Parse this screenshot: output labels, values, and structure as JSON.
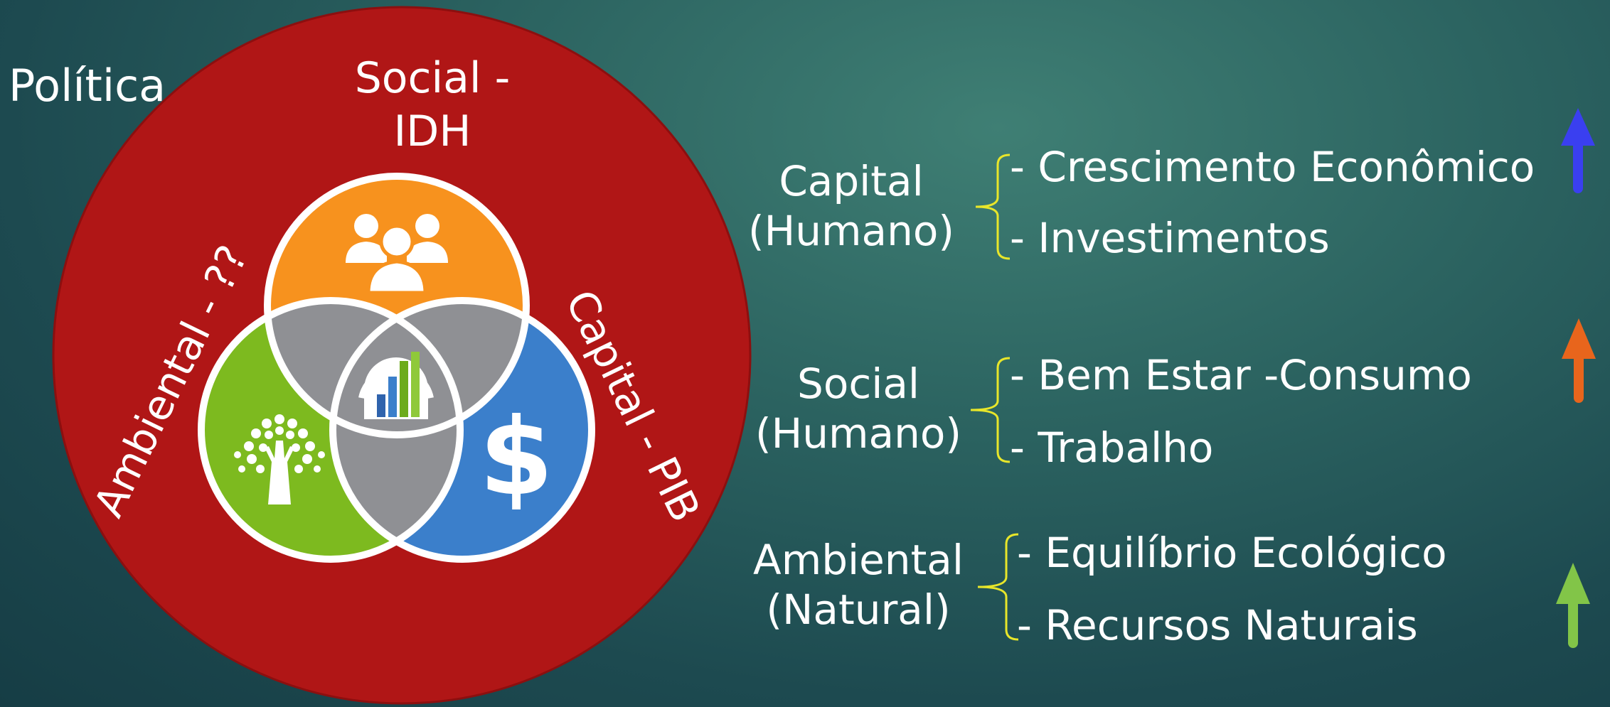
{
  "diagram": {
    "outer_label": "Política",
    "top_label_line1": "Social -",
    "top_label_line2": "IDH",
    "left_label": "Ambiental - ??",
    "right_label": "Capital - PIB",
    "colors": {
      "outer_circle": "#b01616",
      "social_circle": "#f7921e",
      "environmental_circle": "#7dba1f",
      "capital_circle": "#3b7fcb",
      "overlap": "#8f9094",
      "outline": "#ffffff"
    },
    "icons": {
      "social": "people-group-icon",
      "environmental": "tree-icon",
      "capital": "dollar-icon",
      "center": "bar-chart-icon"
    },
    "dollar_glyph": "$"
  },
  "rows": [
    {
      "category_line1": "Capital",
      "category_line2": "(Humano)",
      "items": [
        "- Crescimento Econômico",
        "- Investimentos"
      ],
      "arrow_color": "#3a3ff0",
      "arrow_icon": "up-arrow-icon"
    },
    {
      "category_line1": "Social",
      "category_line2": "(Humano)",
      "items": [
        "- Bem Estar -Consumo",
        "- Trabalho"
      ],
      "arrow_color": "#e8651c",
      "arrow_icon": "up-arrow-icon"
    },
    {
      "category_line1": "Ambiental",
      "category_line2": "(Natural)",
      "items": [
        "- Equilíbrio Ecológico",
        "- Recursos Naturais"
      ],
      "arrow_color": "#82c548",
      "arrow_icon": "up-arrow-icon"
    }
  ]
}
